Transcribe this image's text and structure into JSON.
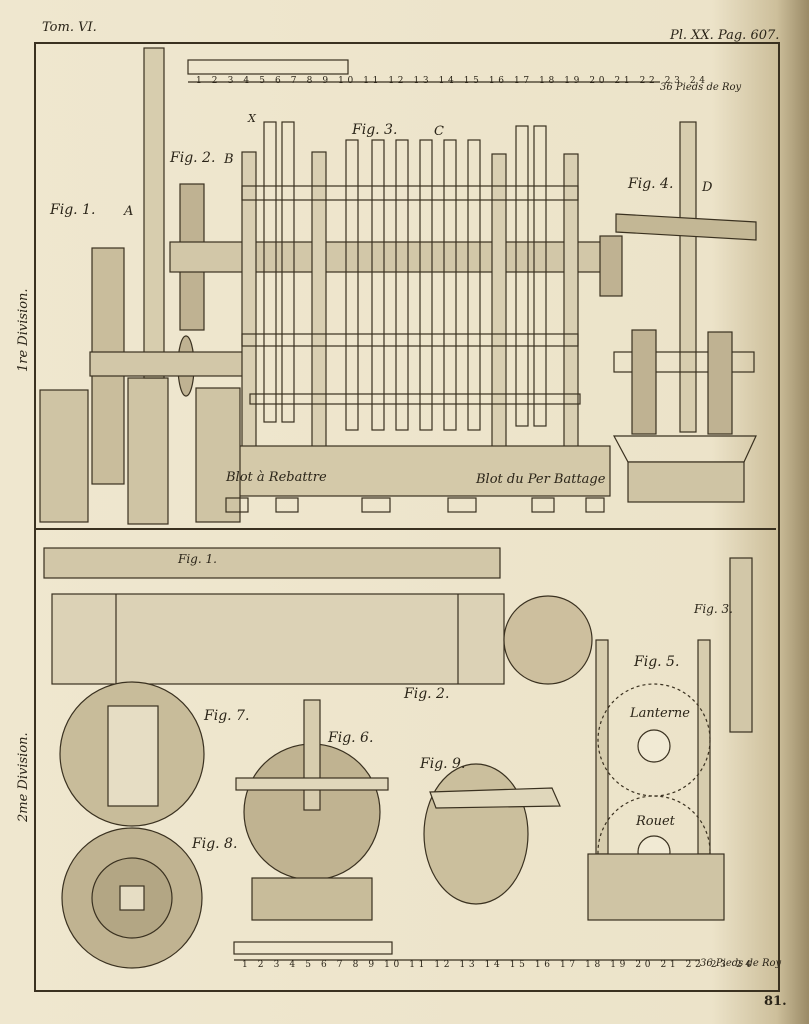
{
  "header": {
    "tome": "Tom. VI.",
    "plate": "Pl. XX. Pag. 607.",
    "page_number": "81."
  },
  "division_labels": {
    "first": "1re Division.",
    "second": "2me Division."
  },
  "scale": {
    "numbers": [
      "1",
      "2",
      "3",
      "4",
      "5",
      "6",
      "7",
      "8",
      "9",
      "10",
      "11",
      "12",
      "13",
      "14",
      "15",
      "16",
      "17",
      "18",
      "19",
      "20",
      "21",
      "22",
      "23",
      "24"
    ],
    "unit_top": "36 Pieds de Roy",
    "unit_bottom": "36 Pieds de Roy"
  },
  "figures_top": {
    "fig1": "Fig. 1.",
    "fig2": "Fig. 2.",
    "fig3": "Fig. 3.",
    "fig4": "Fig. 4.",
    "letter_a": "A",
    "letter_b": "B",
    "letter_c": "C",
    "letter_d": "D",
    "letter_x": "X",
    "block_left": "Blot à Rebattre",
    "block_right": "Blot du Per Battage"
  },
  "figures_bottom": {
    "fig1": "Fig. 1.",
    "fig2": "Fig. 2.",
    "fig3": "Fig. 3.",
    "fig5": "Fig. 5.",
    "fig6": "Fig. 6.",
    "fig7": "Fig. 7.",
    "fig8": "Fig. 8.",
    "fig9": "Fig. 9.",
    "lanterne": "Lanterne",
    "rouet": "Rouet"
  }
}
